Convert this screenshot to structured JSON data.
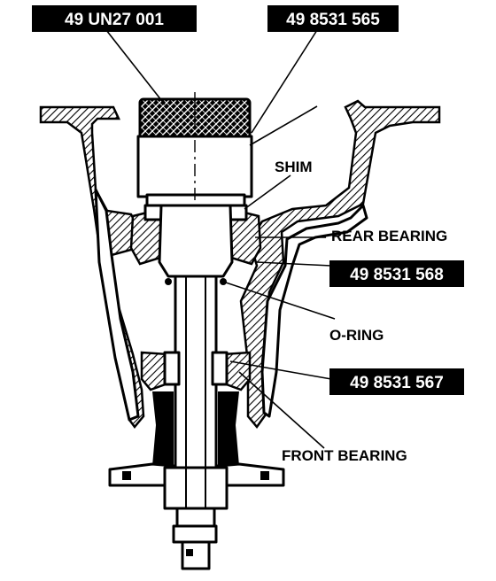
{
  "labels": {
    "tool_top_left": "49 UN27 001",
    "tool_top_right": "49 8531 565",
    "shim": "SHIM",
    "rear_bearing": "REAR BEARING",
    "tool_568": "49 8531 568",
    "o_ring": "O-RING",
    "tool_567": "49 8531 567",
    "front_bearing": "FRONT BEARING"
  }
}
